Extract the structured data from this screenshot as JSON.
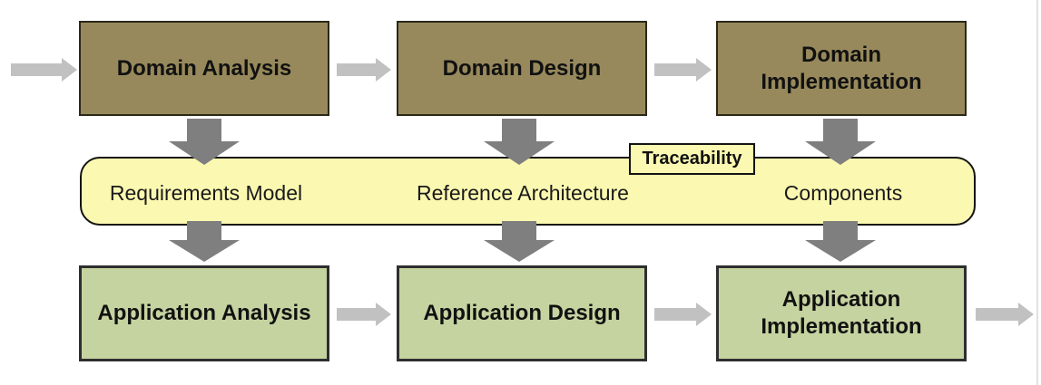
{
  "diagram": {
    "top_row": [
      {
        "label": "Domain Analysis"
      },
      {
        "label": "Domain Design"
      },
      {
        "label": "Domain Implementation"
      }
    ],
    "band": {
      "tag": "Traceability",
      "items": [
        {
          "label": "Requirements Model"
        },
        {
          "label": "Reference Architecture"
        },
        {
          "label": "Components"
        }
      ]
    },
    "bottom_row": [
      {
        "label": "Application Analysis"
      },
      {
        "label": "Application Design"
      },
      {
        "label": "Application Implementation"
      }
    ],
    "colors": {
      "domain_box": "#97895B",
      "application_box": "#C5D3A0",
      "band": "#FBF9B1",
      "down_arrow": "#7F7F7F",
      "flow_arrow": "#C1C1C1",
      "box_border": "#2B2819",
      "band_border": "#141414"
    }
  }
}
